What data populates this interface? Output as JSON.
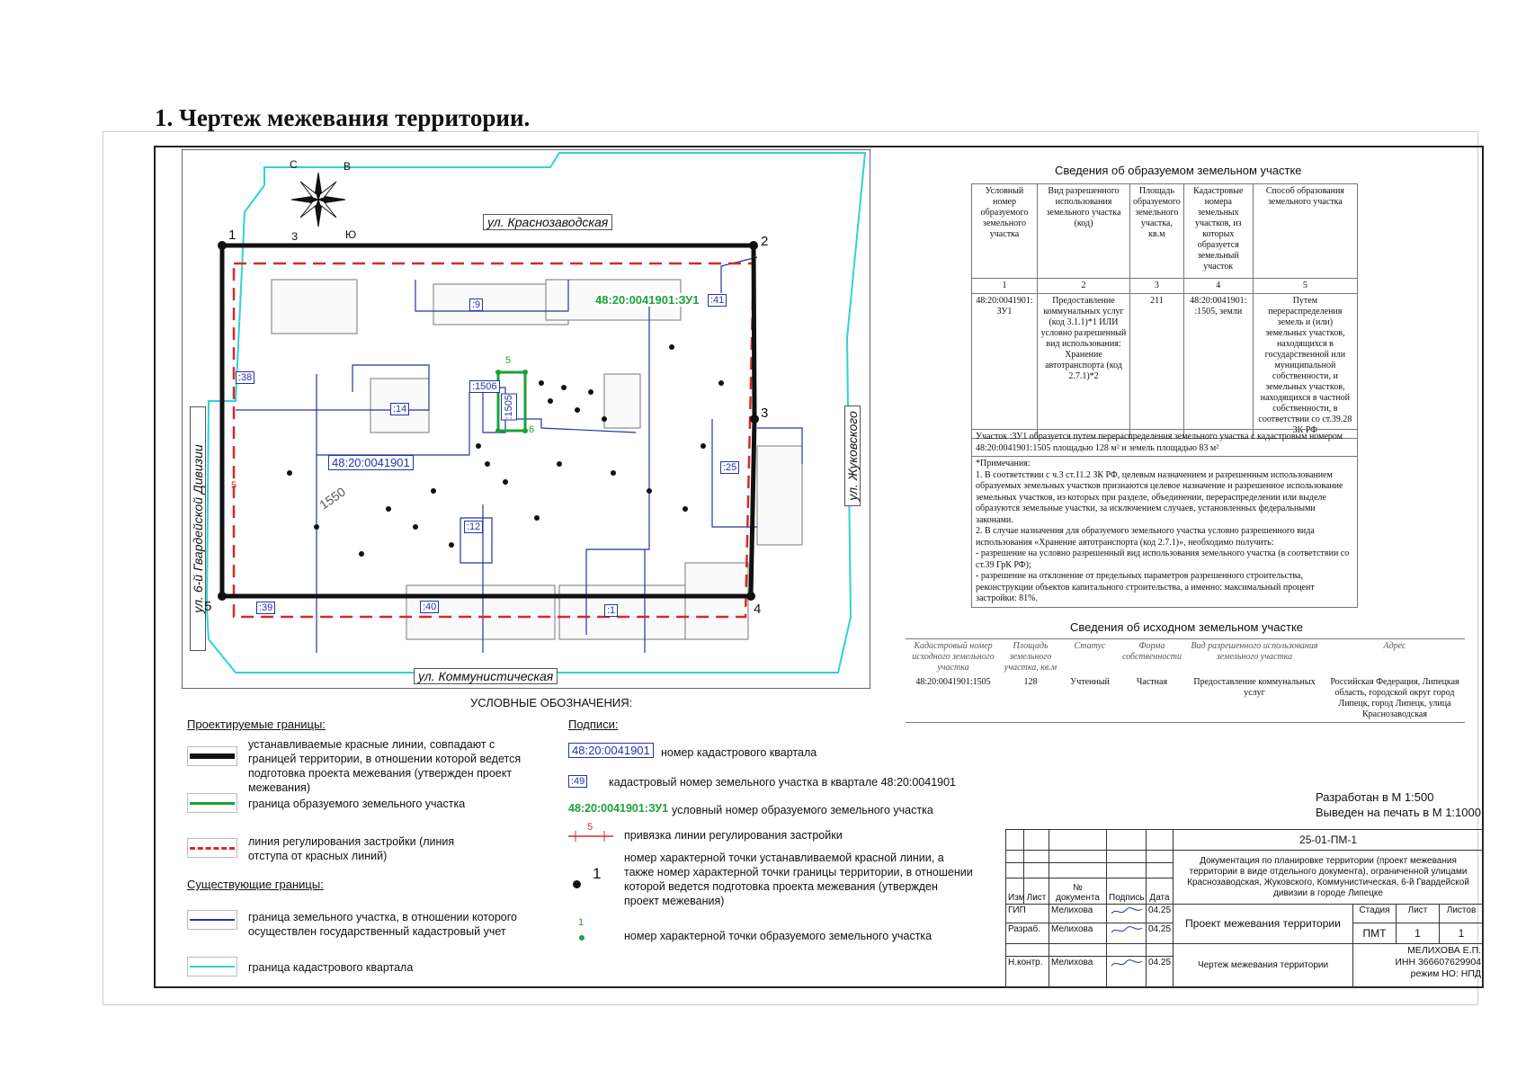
{
  "page_title": "1. Чертеж межевания территории.",
  "map": {
    "streets": {
      "north": "ул. Краснозаводская",
      "south": "ул. Коммунистическая",
      "west": "ул. 6-й Гвардейской Дивизии",
      "east": "ул. Жуковского"
    },
    "compass": {
      "c": "С",
      "v": "В",
      "z": "З",
      "yu": "Ю"
    },
    "quarter_label": "48:20:0041901",
    "formed_label": "48:20:0041901:ЗУ1",
    "parcels": [
      ":9",
      ":41",
      ":38",
      ":14",
      ":1506",
      ":1505",
      ":25",
      ":12",
      ":39",
      ":40",
      ":1"
    ],
    "corner_points": [
      "1",
      "2",
      "3",
      "4",
      "5"
    ],
    "formed_points": [
      "5",
      "6"
    ],
    "dim_value": "5",
    "quarter_number_inset": "1550"
  },
  "formed_parcel": {
    "title": "Сведения об образуемом земельном участке",
    "headers": [
      "Условный номер образуемого земельного участка",
      "Вид разрешенного использования земельного участка (код)",
      "Площадь образуемого земельного участка, кв.м",
      "Кадастровые номера земельных участков, из которых образуется земельный участок",
      "Способ образования земельного участка"
    ],
    "col_numbers": [
      "1",
      "2",
      "3",
      "4",
      "5"
    ],
    "row": [
      "48:20:0041901: ЗУ1",
      "Предоставление коммунальных услуг (код 3.1.1)*1 ИЛИ условно разрешенный вид использования: Хранение автотранспорта (код 2.7.1)*2",
      "211",
      "48:20:0041901: :1505, земли",
      "Путем перераспределения земель и (или) земельных участков, находящихся в государственной или муниципальной собственности, и земельных участков, находящихся в частной собственности, в соответствии со ст.39.28 ЗК РФ"
    ],
    "note_main": "Участок :ЗУ1 образуется путем перераспределения земельного участка с кадастровым номером 48:20:0041901:1505 площадью 128 м² и земель площадью 83 м²",
    "notes_title": "*Примечания:",
    "note_1": "1. В соответствии с ч.3 ст.11.2 ЗК РФ, целевым назначением и разрешенным использованием образуемых земельных участков признаются целевое назначение и разрешенное использование земельных участков, из которых при разделе, объединении, перераспределении или выделе образуются земельные участки, за исключением случаев, установленных федеральными законами.",
    "note_2": "2. В случае назначения для образуемого земельного участка условно разрешенного вида использования «Хранение автотранспорта (код 2.7.1)», необходимо получить:",
    "note_2a": "- разрешение на условно разрешенный вид использования земельного участка (в соответствии со ст.39 ГрК РФ);",
    "note_2b": "- разрешение на отклонение от предельных параметров разрешенного строительства, реконструкции объектов капитального строительства, а именно: максимальный процент застройки: 81%."
  },
  "original_parcel": {
    "title": "Сведения об исходном земельном участке",
    "headers": [
      "Кадастровый номер исходного земельного участка",
      "Площадь земельного участка, кв.м",
      "Статус",
      "Форма собственности",
      "Вид разрешенного использования земельного участка",
      "Адрес"
    ],
    "row": [
      "48:20:0041901:1505",
      "128",
      "Учтенный",
      "Частная",
      "Предоставление коммунальных услуг",
      "Российская Федерация, Липецкая область, городской округ город Липецк, город Липецк, улица Краснозаводская"
    ]
  },
  "legend": {
    "title": "УСЛОВНЫЕ ОБОЗНАЧЕНИЯ:",
    "projected_title": "Проектируемые границы:",
    "existing_title": "Существующие границы:",
    "captions_title": "Подписи:",
    "items": {
      "red_lines": "устанавливаемые красные линии, совпадают с границей территории, в отношении которой ведется подготовка проекта межевания (утвержден проект межевания)",
      "formed_boundary": "граница образуемого земельного участка",
      "building_line": "линия регулирования застройки (линия отступа от красных линий)",
      "registered_parcel": "граница земельного участка, в отношении которого осуществлен государственный кадастровый учет",
      "quarter_boundary": "граница кадастрового квартала",
      "quarter_number_sample": "48:20:0041901",
      "quarter_number": "номер кадастрового квартала",
      "parcel_number_sample": ":49",
      "parcel_number": "кадастровый номер земельного участка в квартале 48:20:0041901",
      "formed_number_sample": "48:20:0041901:ЗУ1",
      "formed_number": "условный номер образуемого земельного участка",
      "binding_sample": "5",
      "binding": "привязка линии регулирования застройки",
      "point_sample": "1",
      "point": "номер характерной точки устанавливаемой красной линии, а также номер характерной точки границы территории, в отношении которой ведется подготовка проекта межевания (утвержден проект межевания)",
      "formed_point_sample": "1",
      "formed_point": "номер характерной точки образуемого земельного участка"
    }
  },
  "scale": {
    "developed": "Разработан в М 1:500",
    "printed": "Выведен на печать в М 1:1000"
  },
  "stamp": {
    "code": "25-01-ПМ-1",
    "description": "Документация по планировке территории (проект межевания территории в виде отдельного документа), ограниченной улицами Краснозаводская, Жуковского, Коммунистическая, 6-й Гвардейской дивизии в городе Липецке",
    "cols": [
      "Изм",
      "Лист",
      "№ документа",
      "Подпись",
      "Дата"
    ],
    "rows": [
      {
        "role": "ГИП",
        "name": "Мелихова",
        "date": "04.25"
      },
      {
        "role": "Разраб.",
        "name": "Мелихова",
        "date": "04.25"
      },
      {
        "role": "Н.контр.",
        "name": "Мелихова",
        "date": "04.25"
      }
    ],
    "project_name": "Проект межевания территории",
    "stage_label": "Стадия",
    "sheet_label": "Лист",
    "sheets_label": "Листов",
    "stage": "ПМТ",
    "sheet": "1",
    "sheets": "1",
    "drawing_name": "Чертеж межевания территории",
    "author": "МЕЛИХОВА Е.П.",
    "inn": "ИНН 366607629904",
    "regime": "режим НО: НПД"
  },
  "colors": {
    "red_line": "#d42a2a",
    "formed": "#1aa23a",
    "parcel": "#2533a8",
    "quarter": "#2ed3d3"
  }
}
